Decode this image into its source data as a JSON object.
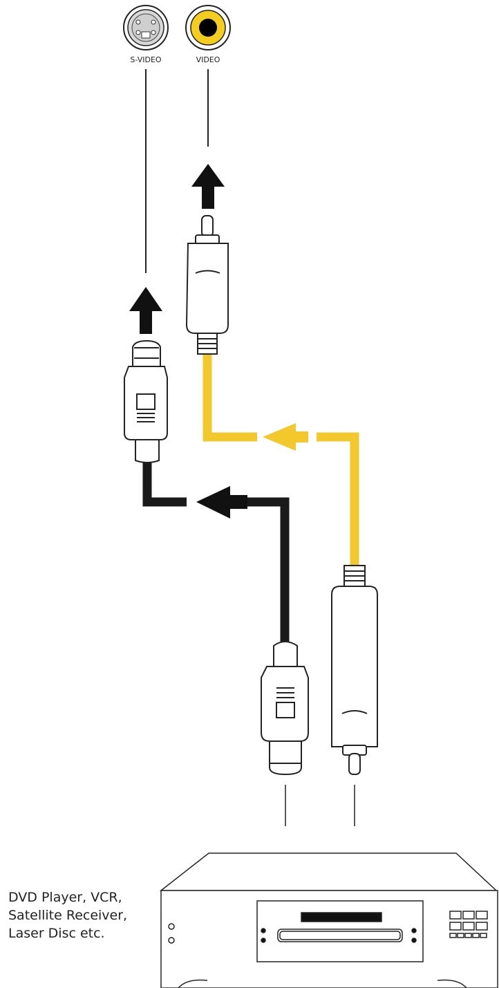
{
  "ports": {
    "svideo_label": "S-VIDEO",
    "video_label": "VIDEO"
  },
  "device": {
    "description_lines": [
      "DVD Player, VCR,",
      "Satellite Receiver,",
      "Laser Disc etc."
    ]
  },
  "colors": {
    "video_cable": "#f2c82d",
    "svideo_cable": "#1a1a1a",
    "arrow": "#111111",
    "outline": "#222222",
    "video_port_center": "#f5cd1e"
  },
  "icons": [
    "svideo-port-icon",
    "rca-video-port-icon",
    "up-arrow-icon",
    "left-arrow-icon",
    "svideo-plug-icon",
    "rca-plug-icon",
    "dvd-player-icon"
  ]
}
